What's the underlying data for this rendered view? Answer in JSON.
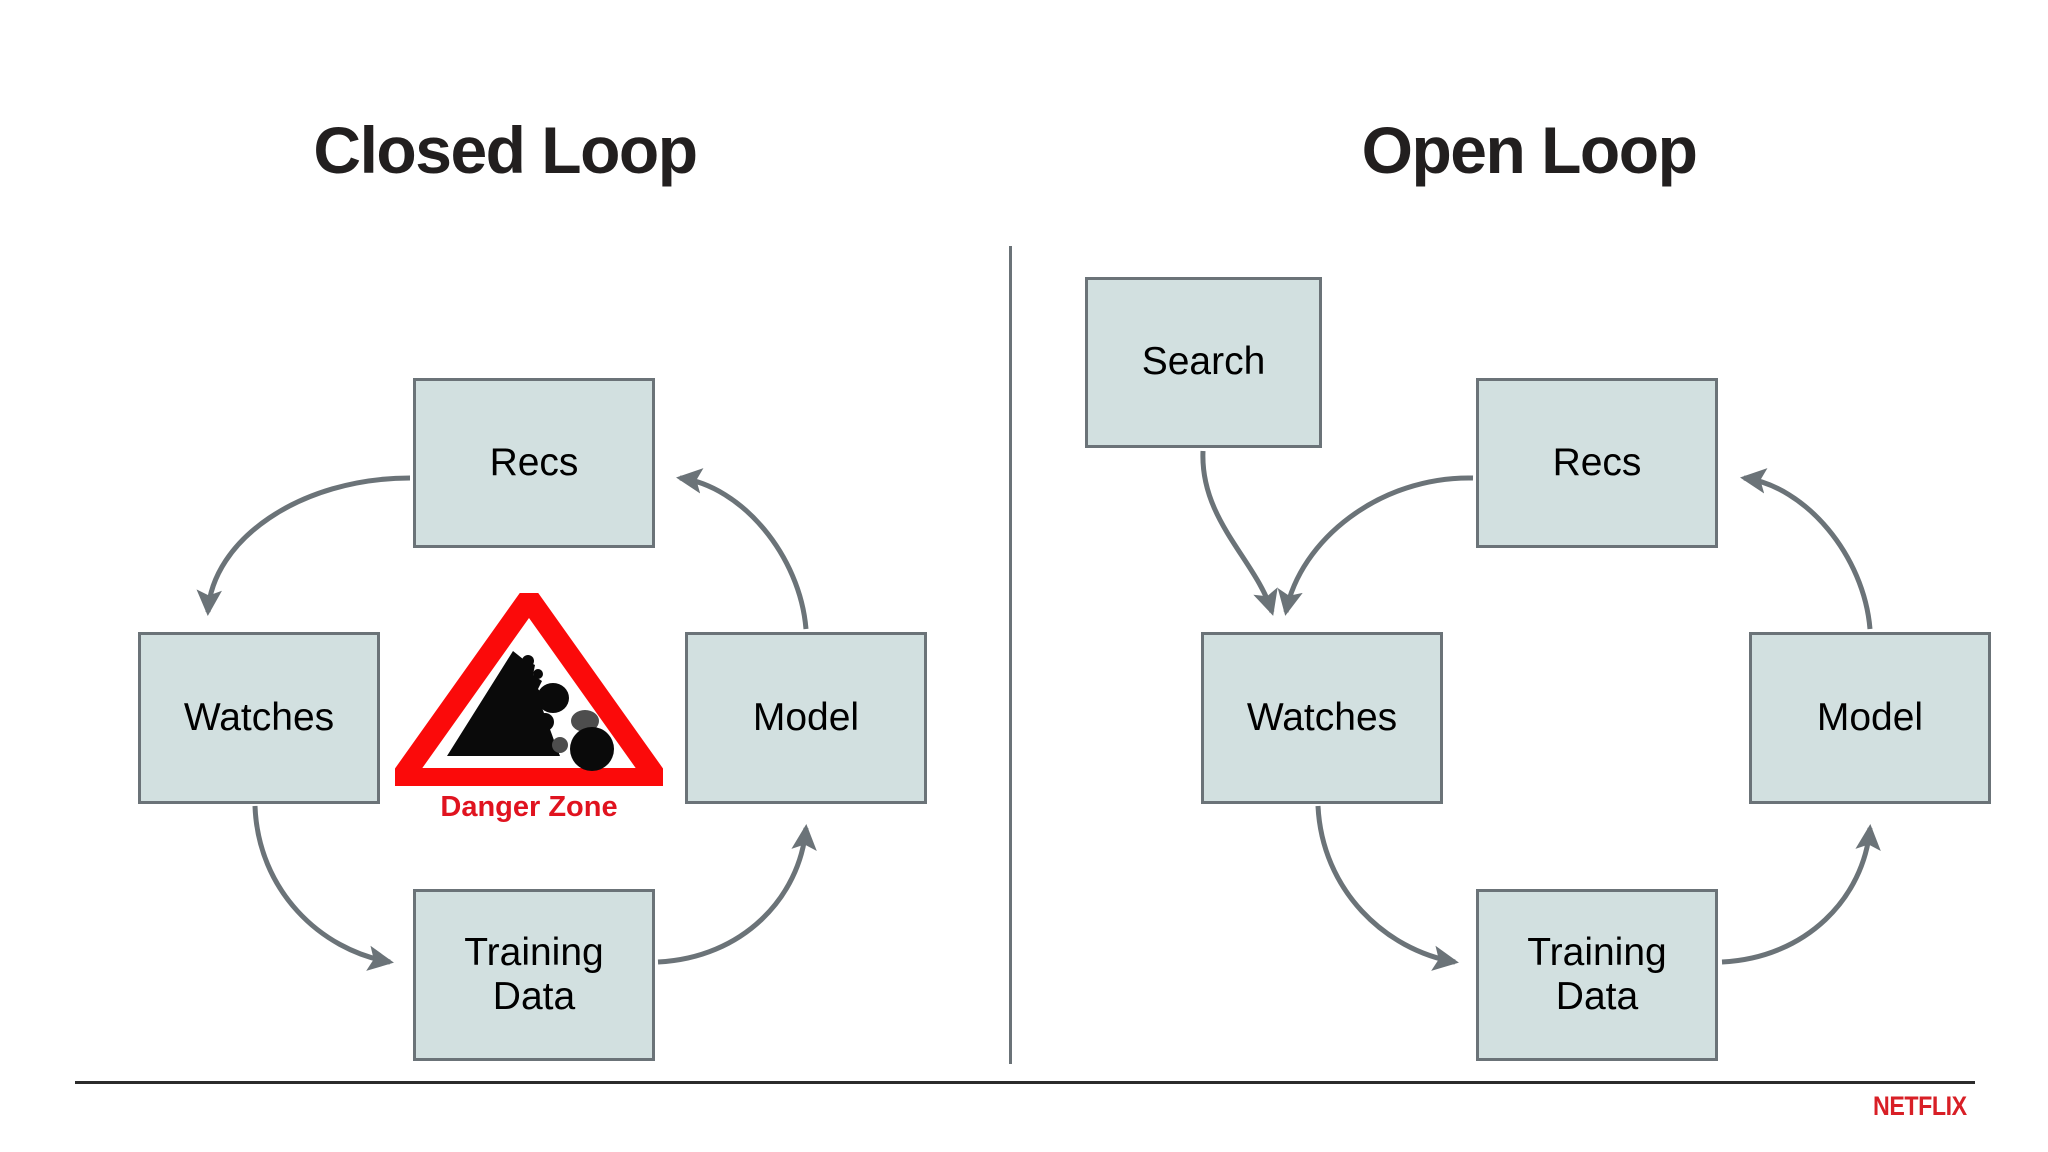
{
  "slide": {
    "background_color": "#ffffff",
    "box_fill_color": "#d2e0e0",
    "box_border_color": "#6b7378",
    "arrow_color": "#6b7378",
    "danger_color": "#e0131f",
    "brand_color": "#d81f26"
  },
  "panels": [
    {
      "id": "closed-loop",
      "title": "Closed Loop",
      "nodes": [
        {
          "id": "recs",
          "label": "Recs",
          "lines": [
            "Recs"
          ]
        },
        {
          "id": "model",
          "label": "Model",
          "lines": [
            "Model"
          ]
        },
        {
          "id": "training-data",
          "label": "Training Data",
          "lines": [
            "Training",
            "Data"
          ]
        },
        {
          "id": "watches",
          "label": "Watches",
          "lines": [
            "Watches"
          ]
        }
      ],
      "edges": [
        {
          "from": "recs",
          "to": "watches"
        },
        {
          "from": "watches",
          "to": "training-data"
        },
        {
          "from": "training-data",
          "to": "model"
        },
        {
          "from": "model",
          "to": "recs"
        }
      ],
      "annotation": {
        "id": "danger-zone",
        "label": "Danger Zone",
        "icon": "falling-rocks-warning-icon"
      }
    },
    {
      "id": "open-loop",
      "title": "Open Loop",
      "nodes": [
        {
          "id": "search",
          "label": "Search",
          "lines": [
            "Search"
          ]
        },
        {
          "id": "recs",
          "label": "Recs",
          "lines": [
            "Recs"
          ]
        },
        {
          "id": "model",
          "label": "Model",
          "lines": [
            "Model"
          ]
        },
        {
          "id": "training-data",
          "label": "Training Data",
          "lines": [
            "Training",
            "Data"
          ]
        },
        {
          "id": "watches",
          "label": "Watches",
          "lines": [
            "Watches"
          ]
        }
      ],
      "edges": [
        {
          "from": "search",
          "to": "watches"
        },
        {
          "from": "recs",
          "to": "watches"
        },
        {
          "from": "watches",
          "to": "training-data"
        },
        {
          "from": "training-data",
          "to": "model"
        },
        {
          "from": "model",
          "to": "recs"
        }
      ]
    }
  ],
  "footer": {
    "brand": "NETFLIX"
  }
}
